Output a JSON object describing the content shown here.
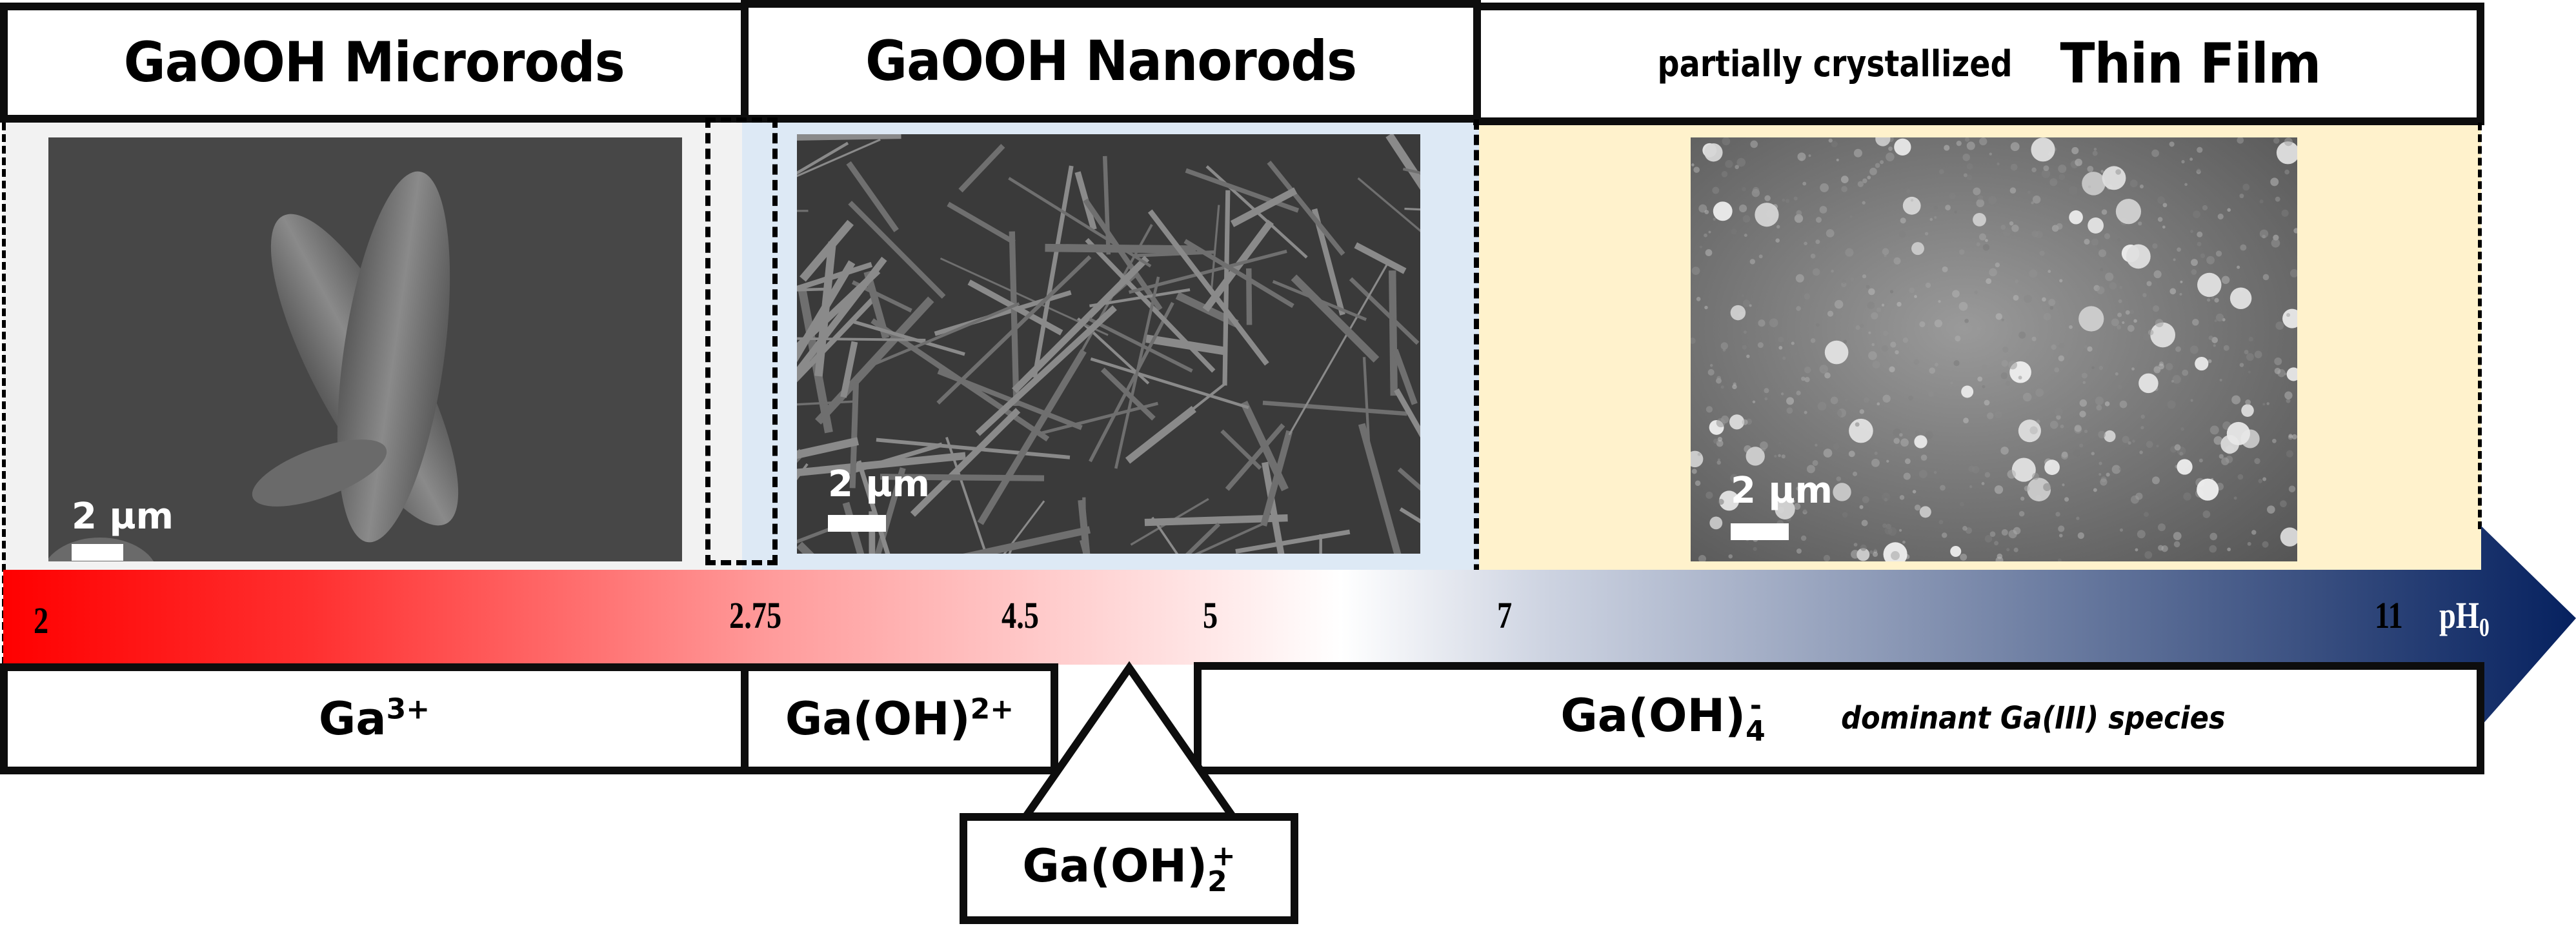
{
  "headers": [
    {
      "label": "GaOOH Microrods"
    },
    {
      "label": "GaOOH Nanorods"
    },
    {
      "prefix": "partially crystallized",
      "label": "Thin Film"
    }
  ],
  "panels": [
    {
      "name": "microrods",
      "background": "#f2f2f2",
      "scale_label": "2 µm"
    },
    {
      "name": "nanorods",
      "background": "#dde9f5",
      "scale_label": "2 µm"
    },
    {
      "name": "thin-film",
      "background": "#fff2cc",
      "scale_label": "2 µm"
    }
  ],
  "ph_axis": {
    "ticks": [
      "2",
      "2.75",
      "4.5",
      "5",
      "7",
      "11"
    ],
    "label_main": "pH",
    "label_sub": "0",
    "gradient_colors": [
      "#ff0000",
      "#ffffff",
      "#0a2564"
    ]
  },
  "species": [
    {
      "base": "Ga",
      "sup": "3+",
      "sub": ""
    },
    {
      "base": "Ga(OH)",
      "sup": "2+",
      "sub": ""
    },
    {
      "base": "Ga(OH)",
      "sub": "2",
      "sup": "+"
    },
    {
      "base": "Ga(OH)",
      "sub": "4",
      "sup": "-"
    }
  ],
  "species_note": "dominant Ga(III) species"
}
